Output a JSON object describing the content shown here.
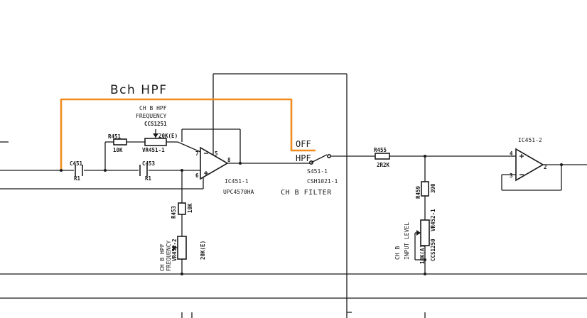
{
  "highlight": {
    "title": "Bch HPF",
    "color": "#f08c1e"
  },
  "hpf_frequency_group": {
    "label_line1": "CH B HPF",
    "label_line2": "FREQUENCY",
    "part_no": "CCS1251",
    "pot_value": "20K(E)",
    "pot_ref": "VR451-1"
  },
  "components": {
    "r451": {
      "ref": "R451",
      "value": "10K"
    },
    "c451": {
      "ref": "C451",
      "value": "R1"
    },
    "c453": {
      "ref": "C453",
      "value": "R1"
    },
    "r453": {
      "ref": "R453",
      "value": "10K"
    },
    "r455": {
      "ref": "R455",
      "value": "2R2K"
    },
    "r459": {
      "ref": "R459",
      "value": "390"
    },
    "vr451_2": {
      "ref": "VR451-2",
      "value": "20K(E)",
      "label_line1": "CH B HPF",
      "label_line2": "FREQUENCY"
    },
    "vr452_1": {
      "ref": "VR452-1",
      "value": "10K(A)",
      "part_no": "CCS1250",
      "label_line1": "CH B",
      "label_line2": "INPUT LEVEL"
    }
  },
  "opamp1": {
    "ref": "IC451-1",
    "part_no": "UPC4570HA",
    "pin_noninv": "7",
    "pin_inv": "6",
    "pin_out": "8",
    "pin_supply": "5"
  },
  "opamp2": {
    "ref": "IC451-2",
    "pin_noninv": "4",
    "pin_inv": "3",
    "pin_out": "2"
  },
  "switch": {
    "ref": "S451-1",
    "part_no": "CSH1021-1",
    "pos_off": "OFF",
    "pos_hpf": "HPF",
    "name": "CH B FILTER"
  }
}
